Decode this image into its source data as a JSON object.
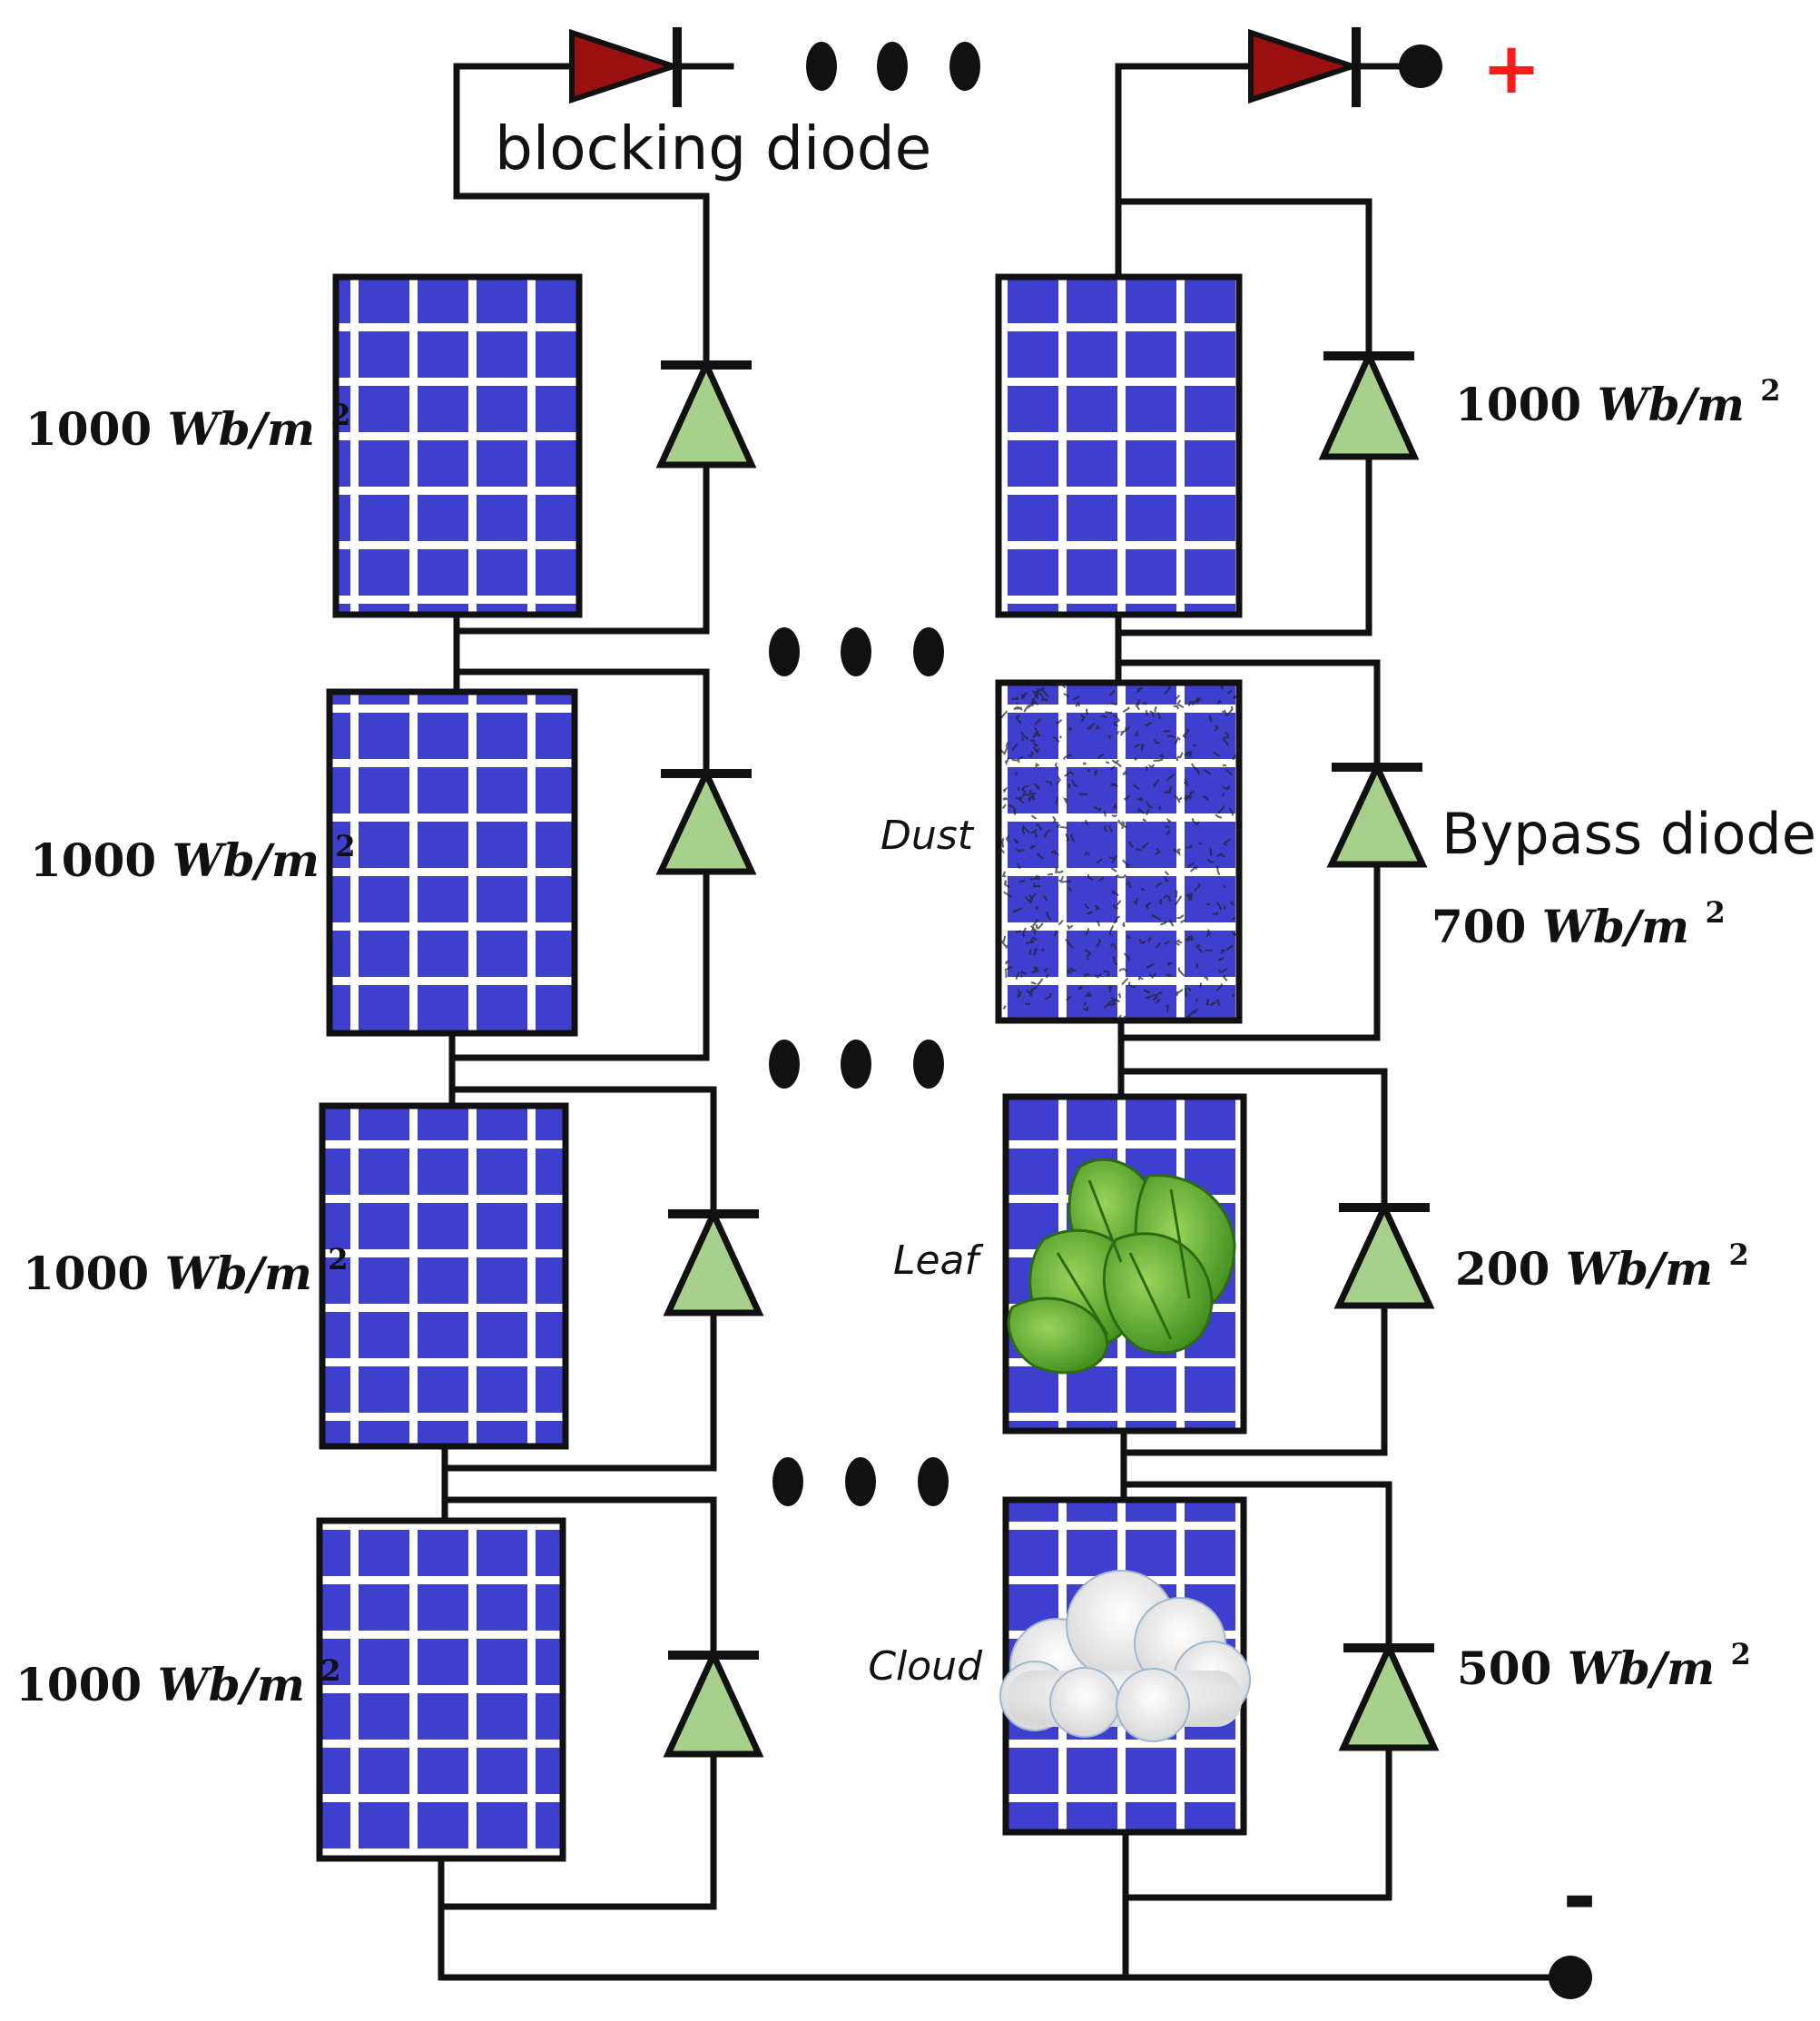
{
  "labels": {
    "blocking_diode": "blocking diode",
    "bypass_diode": "Bypass diode",
    "plus": "+",
    "minus": "-"
  },
  "colors": {
    "panel_fill": "#3f3fcf",
    "panel_grid": "#ffffff",
    "blocking_diode": "#9a1010",
    "bypass_diode": "#a8d08d",
    "wire": "#111111",
    "plus": "#ff1a1a",
    "leaf": "#5aa52a",
    "cloud": "#f2f2f2"
  },
  "left_string": {
    "panels": [
      {
        "irradiance_value": "1000",
        "irradiance_unit": "Wb/m",
        "exponent": "2"
      },
      {
        "irradiance_value": "1000",
        "irradiance_unit": "Wb/m",
        "exponent": "2"
      },
      {
        "irradiance_value": "1000",
        "irradiance_unit": "Wb/m",
        "exponent": "2"
      },
      {
        "irradiance_value": "1000",
        "irradiance_unit": "Wb/m",
        "exponent": "2"
      }
    ]
  },
  "right_string": {
    "panels": [
      {
        "irradiance_value": "1000",
        "irradiance_unit": "Wb/m",
        "exponent": "2",
        "shading": ""
      },
      {
        "irradiance_value": "700",
        "irradiance_unit": "Wb/m",
        "exponent": "2",
        "shading": "Dust"
      },
      {
        "irradiance_value": "200",
        "irradiance_unit": "Wb/m",
        "exponent": "2",
        "shading": "Leaf"
      },
      {
        "irradiance_value": "500",
        "irradiance_unit": "Wb/m",
        "exponent": "2",
        "shading": "Cloud"
      }
    ]
  }
}
